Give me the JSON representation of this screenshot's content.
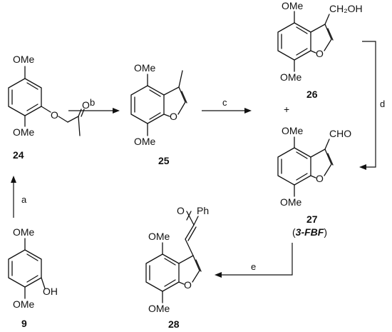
{
  "scheme": {
    "c24": {
      "ome_top": "OMe",
      "ome_bottom": "OMe",
      "o_ring": "O",
      "o_ketone": "O",
      "number": "24"
    },
    "c25": {
      "ome_top": "OMe",
      "ome_bottom": "OMe",
      "o_ring": "O",
      "number": "25"
    },
    "c26": {
      "ome_top": "OMe",
      "ome_bottom": "OMe",
      "o_ring": "O",
      "ch2oh": "CH₂OH",
      "number": "26"
    },
    "c27": {
      "ome_top": "OMe",
      "ome_bottom": "OMe",
      "o_ring": "O",
      "cho": "CHO",
      "number": "27",
      "alias_open": "(",
      "alias": "3-FBF",
      "alias_close": ")"
    },
    "c28": {
      "ome_top": "OMe",
      "ome_bottom": "OMe",
      "o_ring": "O",
      "o_ketone": "O",
      "ph": "Ph",
      "number": "28"
    },
    "c9": {
      "ome_top": "OMe",
      "ome_bottom": "OMe",
      "oh": "OH",
      "number": "9"
    },
    "plus": "+",
    "steps": {
      "a": "a",
      "b": "b",
      "c": "c",
      "d": "d",
      "e": "e"
    }
  }
}
